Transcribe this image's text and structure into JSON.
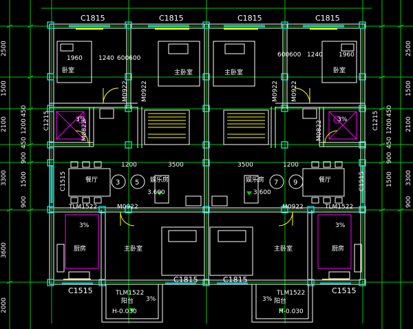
{
  "top_windows": [
    "C1815",
    "C1815",
    "C1815",
    "C1815"
  ],
  "bottom_windows": [
    "C1515",
    "C1815",
    "C1815",
    "C1515"
  ],
  "top_dims_left": [
    "1960",
    "1240",
    "600600"
  ],
  "top_dims_right": [
    "600600",
    "1240",
    "1960"
  ],
  "rooms": {
    "bedroom": "卧室",
    "master_bedroom": "主卧室",
    "dining": "餐厅",
    "entertainment": "娱乐房",
    "kitchen": "厨房",
    "balcony": "阳台"
  },
  "door_codes": {
    "m0922": "M0922",
    "m0822": "M0822",
    "tlm1522": "TLM1522",
    "c1215": "C1215",
    "c1515": "C1515"
  },
  "mid_dims": {
    "d1200": "1200",
    "d3500": "3500"
  },
  "axes": {
    "a3": "3",
    "a5": "5",
    "a7": "7",
    "a9": "9"
  },
  "elevations": {
    "room_level": "3.600",
    "balcony_level": "H-0.030"
  },
  "slope": "3%",
  "left_vdims": [
    "2500",
    "1500",
    "450",
    "1200",
    "2100",
    "450",
    "900",
    "3300",
    "1500",
    "900",
    "3600",
    "2000"
  ],
  "right_vdims": [
    "2500",
    "1500",
    "450",
    "1200",
    "2100",
    "450",
    "900",
    "3300",
    "1500",
    "900"
  ],
  "colors": {
    "wall": "#ffffff",
    "grid": "#00c800",
    "dim": "#00c800",
    "cyan": "#00ffff",
    "magenta": "#ff00ff",
    "yellow": "#ffff00"
  }
}
